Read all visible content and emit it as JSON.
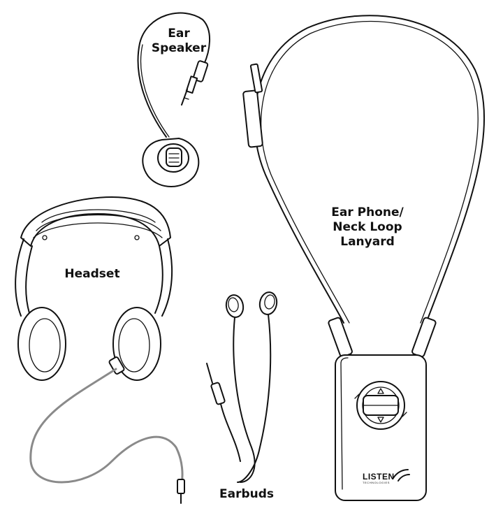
{
  "labels": {
    "ear_speaker_line1": "Ear",
    "ear_speaker_line2": "Speaker",
    "neck_loop_line1": "Ear Phone/",
    "neck_loop_line2": "Neck Loop",
    "neck_loop_line3": "Lanyard",
    "headset": "Headset",
    "earbuds": "Earbuds"
  },
  "logo": {
    "text": "LISTEN",
    "subtext": "TECHNOLOGIES"
  },
  "colors": {
    "line": "#111111",
    "cable_gray": "#8a8a8a",
    "background": "#ffffff"
  }
}
